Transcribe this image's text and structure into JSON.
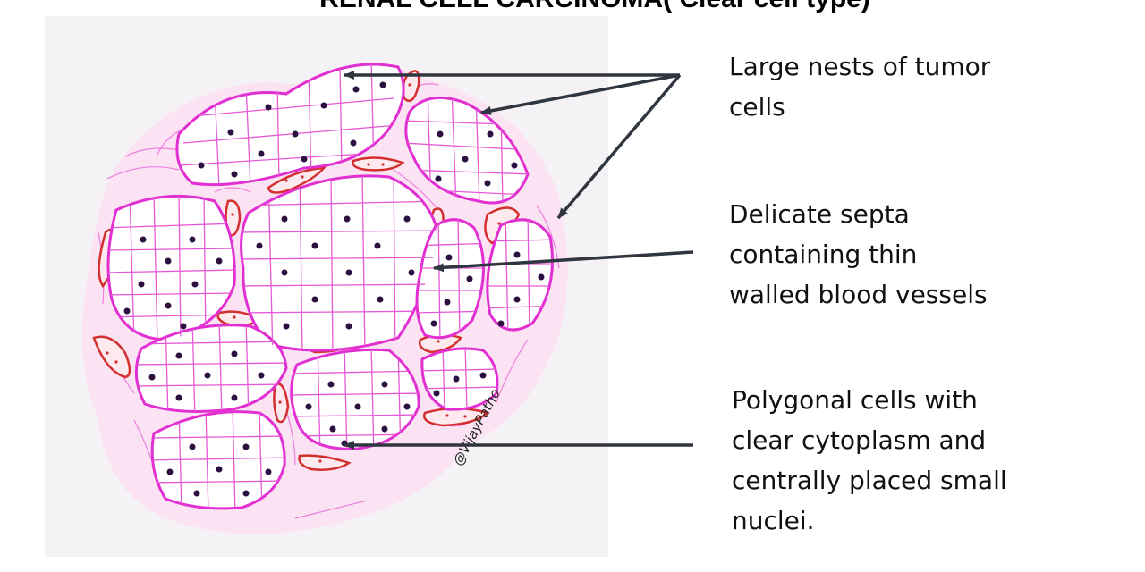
{
  "title": "RENAL CELL CARCINOMA( Clear cell type)",
  "labels": [
    {
      "id": "nests",
      "text": "Large nests  of tumor\ncells"
    },
    {
      "id": "septa",
      "text": "Delicate septa\ncontaining thin\nwalled blood vessels"
    },
    {
      "id": "cells",
      "text": "Polygonal cells with\nclear cytoplasm and\ncentrally placed small\nnuclei."
    }
  ],
  "signature": "@VijayPatho",
  "colors": {
    "membrane": "#e22fd2",
    "background_wash": "#fbe3f3",
    "nucleus": "#2b1040",
    "vessel": "#d32f2f",
    "arrow": "#2f3640"
  }
}
